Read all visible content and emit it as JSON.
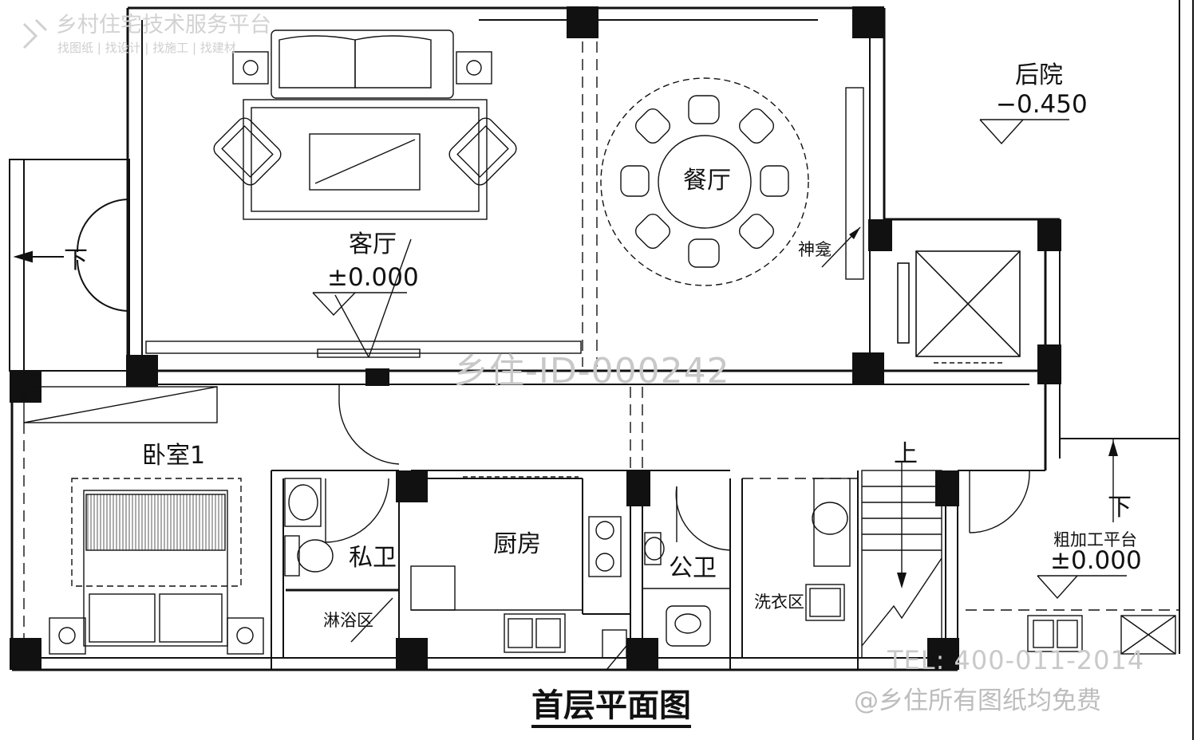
{
  "watermark": {
    "brand": "乡村住宅技术服务平台",
    "tagline": "找图纸 | 找设计 | 找施工 | 找建材",
    "id": "乡住-ID-000242",
    "tel": "TEL: 400-011-2014",
    "free_note": "@乡住所有图纸均免费"
  },
  "rooms": {
    "living": {
      "name": "客厅",
      "level": "±0.000"
    },
    "dining": {
      "name": "餐厅"
    },
    "shrine": {
      "name": "神龛"
    },
    "backyard": {
      "name": "后院",
      "level": "−0.450"
    },
    "bedroom1": {
      "name": "卧室1"
    },
    "private_bath": {
      "name": "私卫"
    },
    "shower": {
      "name": "淋浴区"
    },
    "kitchen": {
      "name": "厨房"
    },
    "public_bath": {
      "name": "公卫"
    },
    "laundry": {
      "name": "洗衣区"
    },
    "prep_platform": {
      "name": "粗加工平台",
      "level": "±0.000"
    }
  },
  "stairs": {
    "up": "上",
    "down_left": "下",
    "down_right": "下"
  },
  "drawing_title": "首层平面图"
}
